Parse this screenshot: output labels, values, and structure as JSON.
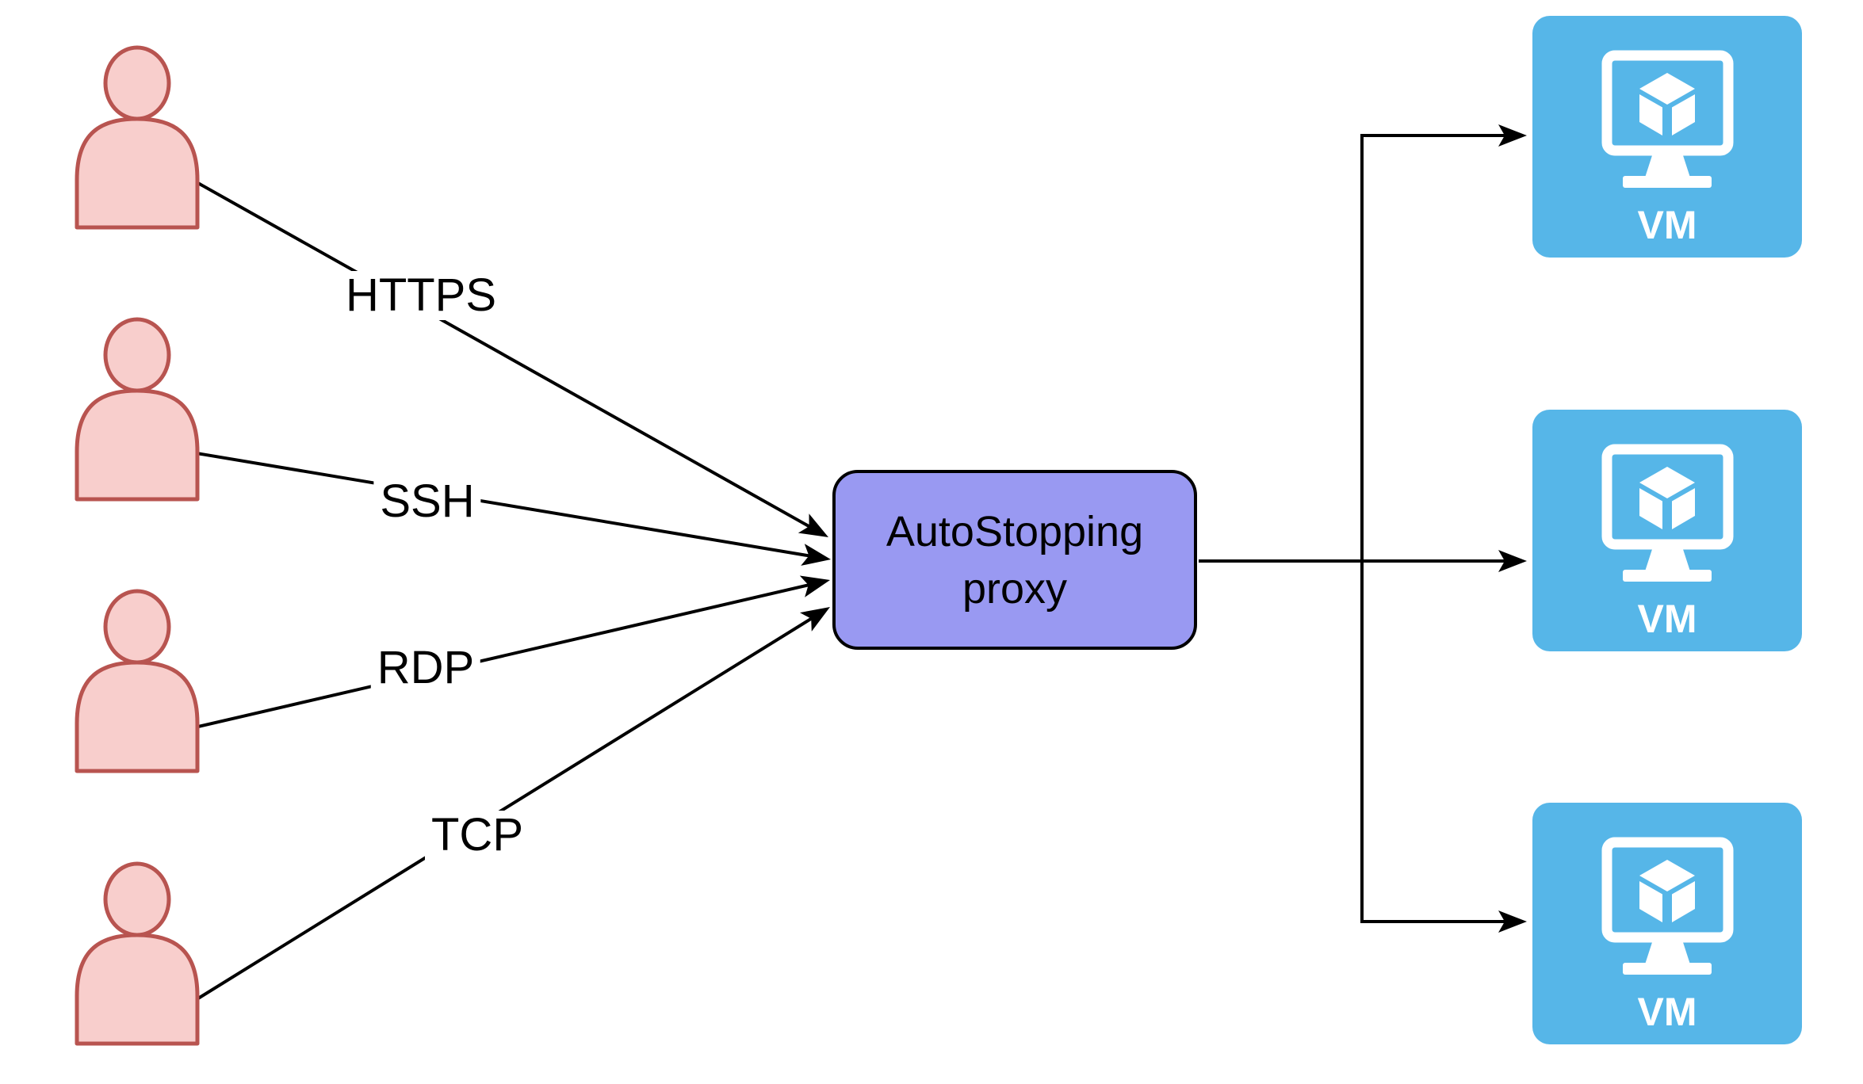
{
  "colors": {
    "background": "#FFFFFF",
    "edge": "#000000",
    "label_text": "#000000",
    "user_fill": "#F8CECC",
    "user_stroke": "#B85450",
    "proxy_fill": "#9999F2",
    "proxy_stroke": "#000000",
    "vm_fill": "#56B6E8",
    "vm_icon_white": "#FFFFFF"
  },
  "users": [
    {
      "icon": "user-icon"
    },
    {
      "icon": "user-icon"
    },
    {
      "icon": "user-icon"
    },
    {
      "icon": "user-icon"
    }
  ],
  "edge_labels": [
    {
      "text": "HTTPS"
    },
    {
      "text": "SSH"
    },
    {
      "text": "RDP"
    },
    {
      "text": "TCP"
    }
  ],
  "proxy": {
    "label": "AutoStopping\nproxy"
  },
  "vms": [
    {
      "label": "VM",
      "icon": "vm-monitor-icon"
    },
    {
      "label": "VM",
      "icon": "vm-monitor-icon"
    },
    {
      "label": "VM",
      "icon": "vm-monitor-icon"
    }
  ]
}
